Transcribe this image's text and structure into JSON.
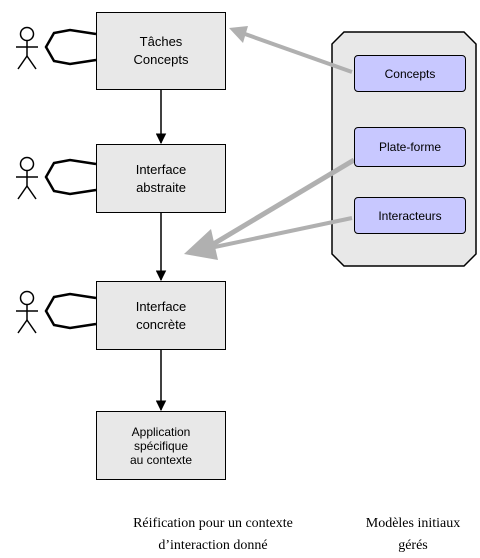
{
  "flow": {
    "box1": [
      "Tâches",
      "Concepts"
    ],
    "box2": [
      "Interface",
      "abstraite"
    ],
    "box3": [
      "Interface",
      "concrète"
    ],
    "box4": [
      "Application",
      "spécifique",
      "au contexte"
    ]
  },
  "models": {
    "concepts": "Concepts",
    "plateforme": "Plate-forme",
    "interacteurs": "Interacteurs"
  },
  "captions": {
    "left": [
      "Réification pour un contexte",
      "d’interaction donné"
    ],
    "right": [
      "Modèles initiaux",
      "gérés"
    ]
  },
  "colors": {
    "box_fill": "#e8e8e8",
    "model_fill": "#c8c8ff",
    "panel_fill": "#e8e8e8",
    "arrow_gray": "#b0b0b0"
  }
}
